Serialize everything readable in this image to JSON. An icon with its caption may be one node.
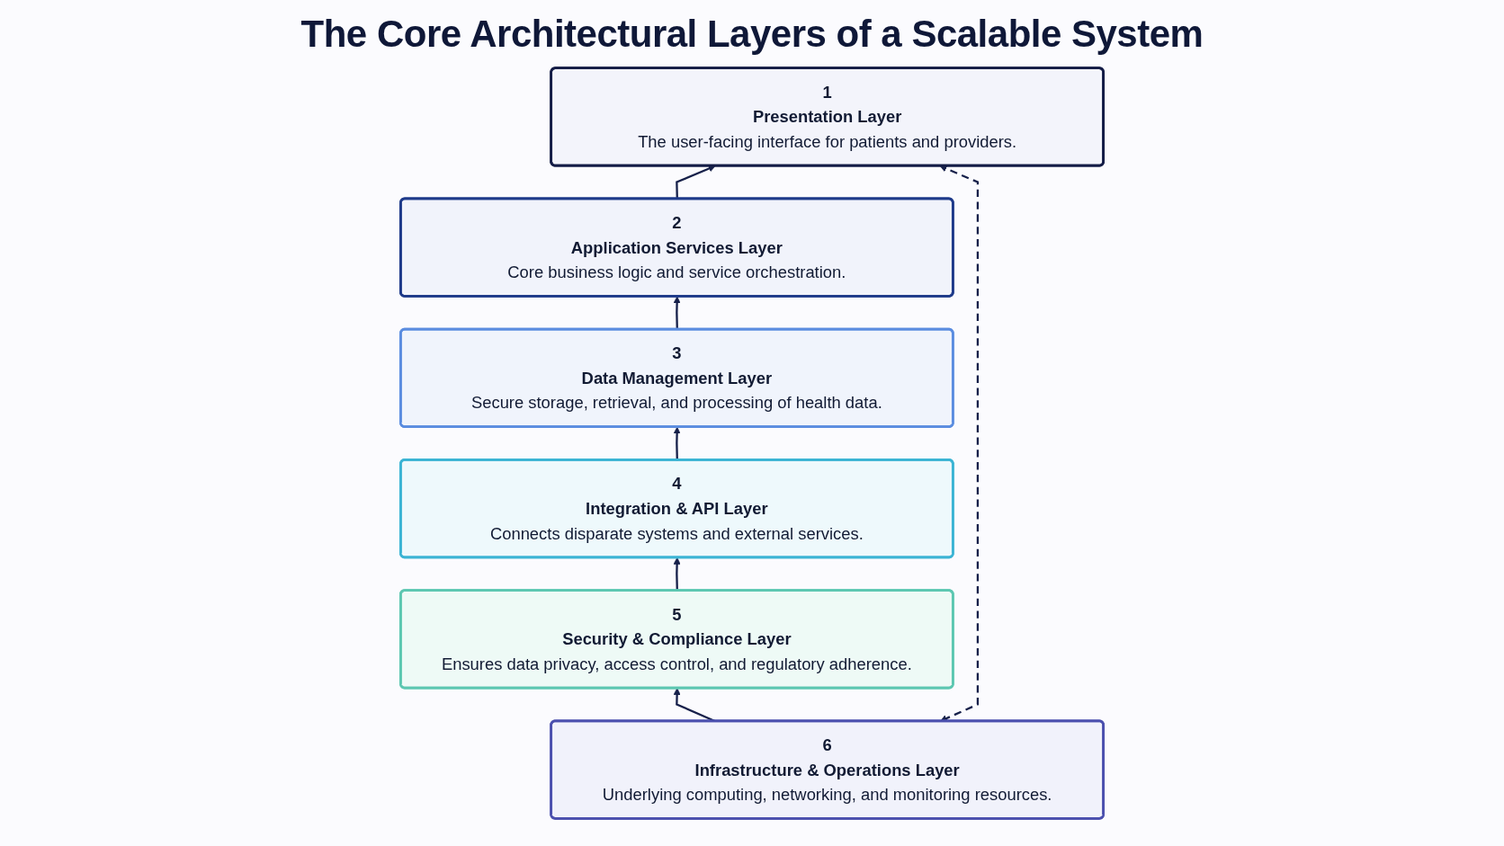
{
  "diagram": {
    "title": "The Core Architectural Layers of a Scalable System",
    "nodes": [
      {
        "text": [
          "1",
          "Presentation Layer",
          "The user-facing interface for patients and providers."
        ]
      },
      {
        "text": [
          "2",
          "Application Services Layer",
          "Core business logic and service orchestration."
        ]
      },
      {
        "text": [
          "3",
          "Data Management Layer",
          "Secure storage, retrieval, and processing of health data."
        ]
      },
      {
        "text": [
          "4",
          "Integration & API Layer",
          "Connects disparate systems and external services."
        ]
      },
      {
        "text": [
          "5",
          "Security & Compliance Layer",
          "Ensures data privacy, access control, and regulatory adherence."
        ]
      },
      {
        "text": [
          "6",
          "Infrastructure & Operations Layer",
          "Underlying computing, networking, and monitoring resources."
        ]
      }
    ],
    "edges": [
      {
        "from": 1,
        "to": 0,
        "arrow": "to"
      },
      {
        "from": 2,
        "to": 1,
        "arrow": "to"
      },
      {
        "from": 3,
        "to": 2,
        "arrow": "to"
      },
      {
        "from": 4,
        "to": 3,
        "arrow": "to"
      },
      {
        "from": 5,
        "to": 4,
        "arrow": "to"
      },
      {
        "from": 5,
        "to": 0,
        "arrow": "both",
        "style": "dashed"
      }
    ]
  }
}
